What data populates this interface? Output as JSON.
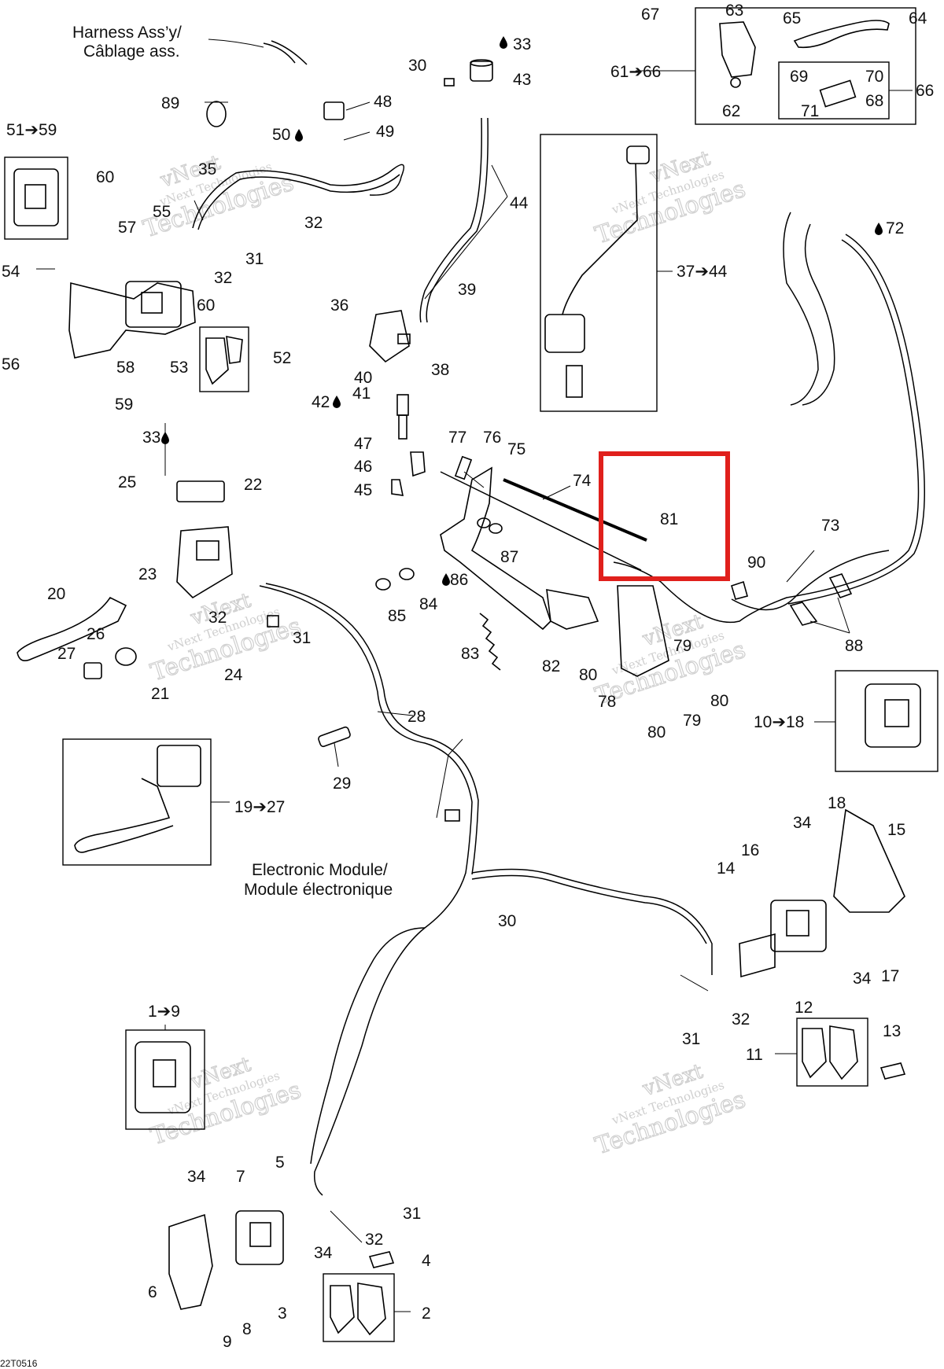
{
  "captions": {
    "harness_en": "Harness Ass’y/",
    "harness_fr": "Câblage ass.",
    "module_en": "Electronic Module/",
    "module_fr": "Module électronique",
    "drawing_code": "22T0516"
  },
  "watermark": {
    "brand": "vNext Technologies",
    "line1": "vNext",
    "line2": "Technologies"
  },
  "highlight": {
    "label": "81",
    "color": "#e0201c"
  },
  "callouts": [
    {
      "id": "c67",
      "text": "67"
    },
    {
      "id": "c63",
      "text": "63"
    },
    {
      "id": "c65",
      "text": "65"
    },
    {
      "id": "c64",
      "text": "64"
    },
    {
      "id": "c33a",
      "text": "33"
    },
    {
      "id": "c30a",
      "text": "30"
    },
    {
      "id": "c43",
      "text": "43"
    },
    {
      "id": "c61",
      "text": "61➔66"
    },
    {
      "id": "c69",
      "text": "69"
    },
    {
      "id": "c70",
      "text": "70"
    },
    {
      "id": "c66",
      "text": "66"
    },
    {
      "id": "c68",
      "text": "68"
    },
    {
      "id": "c71",
      "text": "71"
    },
    {
      "id": "c62",
      "text": "62"
    },
    {
      "id": "c89",
      "text": "89"
    },
    {
      "id": "c48",
      "text": "48"
    },
    {
      "id": "c51",
      "text": "51➔59"
    },
    {
      "id": "c50",
      "text": "50"
    },
    {
      "id": "c49",
      "text": "49"
    },
    {
      "id": "c60a",
      "text": "60"
    },
    {
      "id": "c35",
      "text": "35"
    },
    {
      "id": "c44",
      "text": "44"
    },
    {
      "id": "c55",
      "text": "55"
    },
    {
      "id": "c32a",
      "text": "32"
    },
    {
      "id": "c72",
      "text": "72"
    },
    {
      "id": "c57",
      "text": "57"
    },
    {
      "id": "c31a",
      "text": "31"
    },
    {
      "id": "c32b",
      "text": "32"
    },
    {
      "id": "c54",
      "text": "54"
    },
    {
      "id": "c37",
      "text": "37➔44"
    },
    {
      "id": "c39",
      "text": "39"
    },
    {
      "id": "c60b",
      "text": "60"
    },
    {
      "id": "c36",
      "text": "36"
    },
    {
      "id": "c56",
      "text": "56"
    },
    {
      "id": "c58",
      "text": "58"
    },
    {
      "id": "c53",
      "text": "53"
    },
    {
      "id": "c52",
      "text": "52"
    },
    {
      "id": "c38",
      "text": "38"
    },
    {
      "id": "c40",
      "text": "40"
    },
    {
      "id": "c59",
      "text": "59"
    },
    {
      "id": "c42",
      "text": "42"
    },
    {
      "id": "c41",
      "text": "41"
    },
    {
      "id": "c33b",
      "text": "33"
    },
    {
      "id": "c77",
      "text": "77"
    },
    {
      "id": "c76",
      "text": "76"
    },
    {
      "id": "c47",
      "text": "47"
    },
    {
      "id": "c75",
      "text": "75"
    },
    {
      "id": "c46",
      "text": "46"
    },
    {
      "id": "c74",
      "text": "74"
    },
    {
      "id": "c45",
      "text": "45"
    },
    {
      "id": "c25",
      "text": "25"
    },
    {
      "id": "c22",
      "text": "22"
    },
    {
      "id": "c81",
      "text": "81"
    },
    {
      "id": "c73",
      "text": "73"
    },
    {
      "id": "c87",
      "text": "87"
    },
    {
      "id": "c90",
      "text": "90"
    },
    {
      "id": "c23",
      "text": "23"
    },
    {
      "id": "c20",
      "text": "20"
    },
    {
      "id": "c86",
      "text": "86"
    },
    {
      "id": "c85",
      "text": "85"
    },
    {
      "id": "c84",
      "text": "84"
    },
    {
      "id": "c32c",
      "text": "32"
    },
    {
      "id": "c31b",
      "text": "31"
    },
    {
      "id": "c88",
      "text": "88"
    },
    {
      "id": "c26",
      "text": "26"
    },
    {
      "id": "c83",
      "text": "83"
    },
    {
      "id": "c79a",
      "text": "79"
    },
    {
      "id": "c27",
      "text": "27"
    },
    {
      "id": "c82",
      "text": "82"
    },
    {
      "id": "c80a",
      "text": "80"
    },
    {
      "id": "c21",
      "text": "21"
    },
    {
      "id": "c24",
      "text": "24"
    },
    {
      "id": "c78",
      "text": "78"
    },
    {
      "id": "c80b",
      "text": "80"
    },
    {
      "id": "c10",
      "text": "10➔18"
    },
    {
      "id": "c79b",
      "text": "79"
    },
    {
      "id": "c80c",
      "text": "80"
    },
    {
      "id": "c28",
      "text": "28"
    },
    {
      "id": "c29",
      "text": "29"
    },
    {
      "id": "c19",
      "text": "19➔27"
    },
    {
      "id": "c18",
      "text": "18"
    },
    {
      "id": "c34a",
      "text": "34"
    },
    {
      "id": "c15",
      "text": "15"
    },
    {
      "id": "c16",
      "text": "16"
    },
    {
      "id": "c14",
      "text": "14"
    },
    {
      "id": "c30b",
      "text": "30"
    },
    {
      "id": "c34b",
      "text": "34"
    },
    {
      "id": "c17",
      "text": "17"
    },
    {
      "id": "c12",
      "text": "12"
    },
    {
      "id": "c32d",
      "text": "32"
    },
    {
      "id": "c31c",
      "text": "31"
    },
    {
      "id": "c13",
      "text": "13"
    },
    {
      "id": "c11",
      "text": "11"
    },
    {
      "id": "c1",
      "text": "1➔9"
    },
    {
      "id": "c34c",
      "text": "34"
    },
    {
      "id": "c7",
      "text": "7"
    },
    {
      "id": "c5",
      "text": "5"
    },
    {
      "id": "c31d",
      "text": "31"
    },
    {
      "id": "c32e",
      "text": "32"
    },
    {
      "id": "c34d",
      "text": "34"
    },
    {
      "id": "c4",
      "text": "4"
    },
    {
      "id": "c6",
      "text": "6"
    },
    {
      "id": "c3",
      "text": "3"
    },
    {
      "id": "c2",
      "text": "2"
    },
    {
      "id": "c9",
      "text": "9"
    },
    {
      "id": "c8",
      "text": "8"
    }
  ]
}
